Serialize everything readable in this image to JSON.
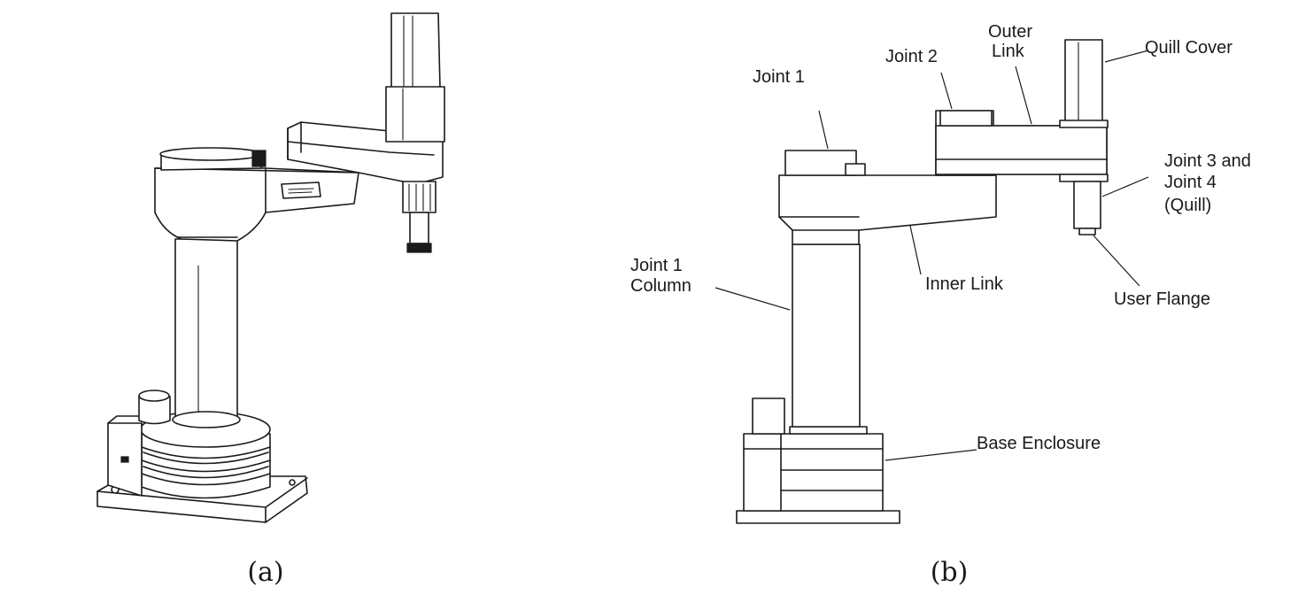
{
  "captions": {
    "a": "(a)",
    "b": "(b)"
  },
  "labels": {
    "joint1": "Joint 1",
    "joint2": "Joint 2",
    "outer_link_1": "Outer",
    "outer_link_2": "Link",
    "quill_cover": "Quill Cover",
    "joint34_1": "Joint 3 and",
    "joint34_2": "Joint 4",
    "joint34_3": "(Quill)",
    "joint1_column_1": "Joint 1",
    "joint1_column_2": "Column",
    "inner_link": "Inner Link",
    "user_flange": "User Flange",
    "base_enclosure": "Base Enclosure"
  },
  "colors": {
    "line": "#1a1a1a",
    "background": "#ffffff"
  }
}
